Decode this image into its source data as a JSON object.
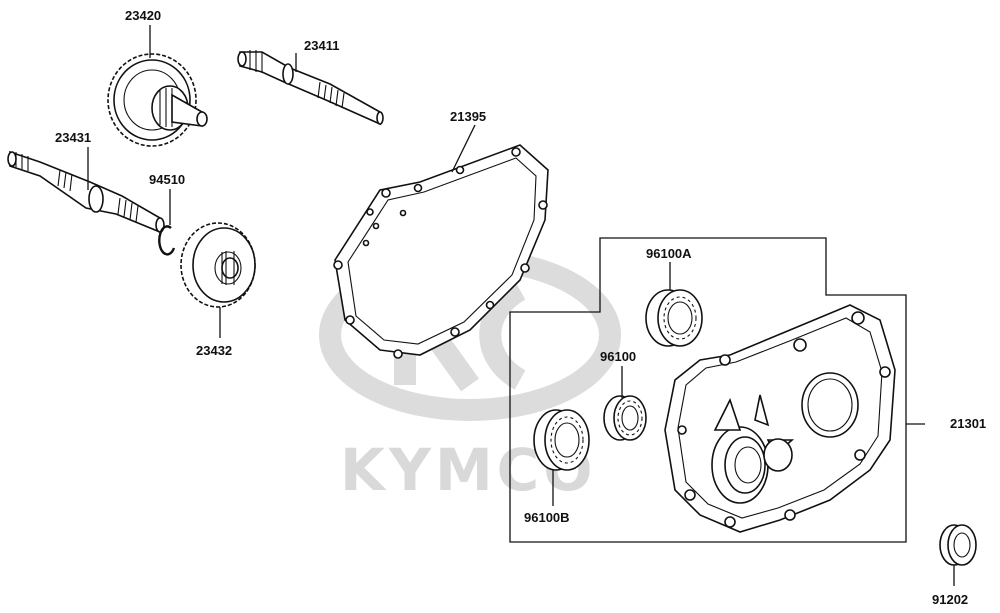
{
  "brand_watermark": "KYMCO",
  "parts": [
    {
      "id": "23420"
    },
    {
      "id": "23411"
    },
    {
      "id": "23431"
    },
    {
      "id": "94510"
    },
    {
      "id": "21395"
    },
    {
      "id": "96100A"
    },
    {
      "id": "96100"
    },
    {
      "id": "23432"
    },
    {
      "id": "96100B"
    },
    {
      "id": "21301"
    },
    {
      "id": "91202"
    }
  ]
}
